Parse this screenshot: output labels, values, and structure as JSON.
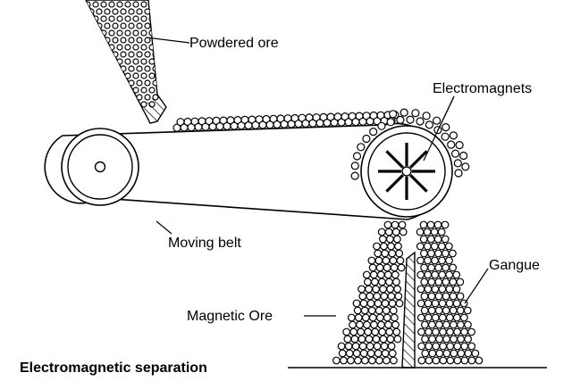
{
  "diagram": {
    "labels": {
      "powdered_ore": "Powdered ore",
      "electromagnets": "Electromagnets",
      "moving_belt": "Moving belt",
      "gangue": "Gangue",
      "magnetic_ore": "Magnetic Ore"
    },
    "caption": "Electromagnetic separation",
    "colors": {
      "ink": "#000000",
      "background": "#ffffff"
    }
  }
}
